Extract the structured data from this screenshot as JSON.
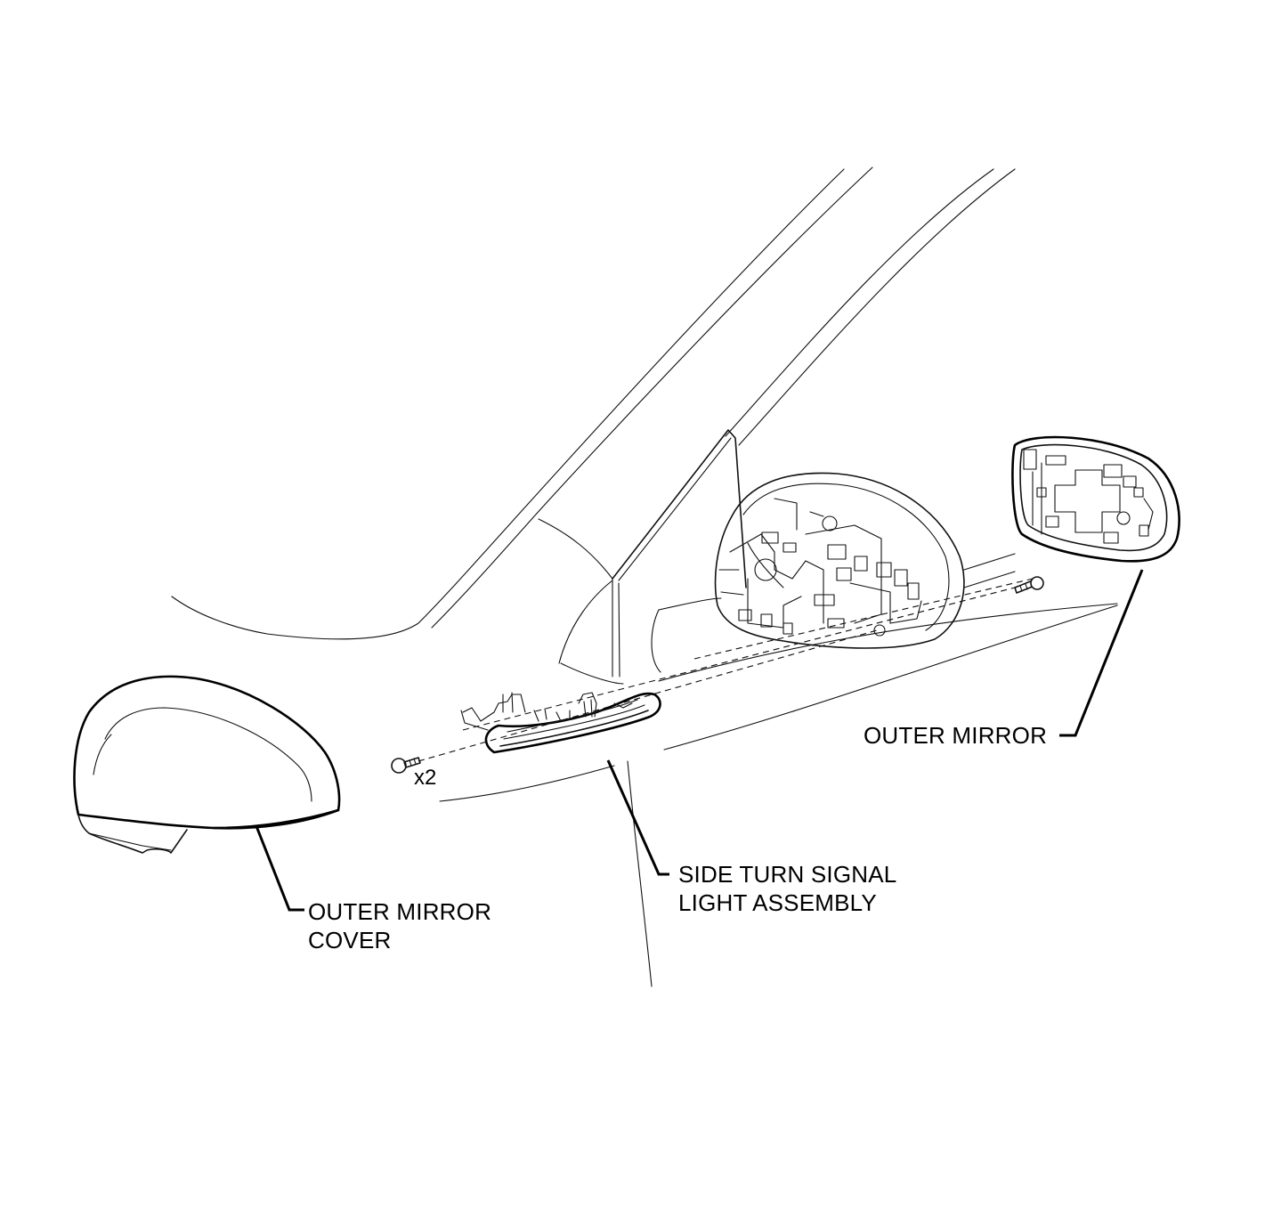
{
  "labels": {
    "outer_mirror": "OUTER MIRROR",
    "outer_mirror_cover_line1": "OUTER MIRROR",
    "outer_mirror_cover_line2": "COVER",
    "side_turn_signal_line1": "SIDE TURN SIGNAL",
    "side_turn_signal_line2": "LIGHT ASSEMBLY",
    "screw_quantity": "x2"
  }
}
